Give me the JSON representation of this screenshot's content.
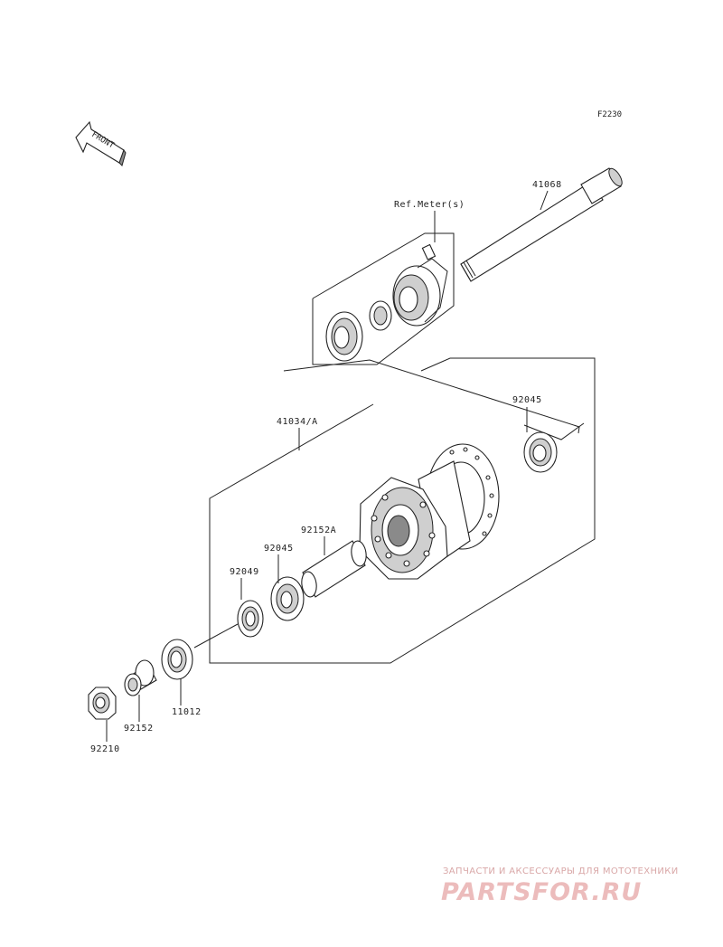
{
  "diagram_code": "F2230",
  "front_arrow_text": "FRONT",
  "labels": {
    "axle": "41068",
    "meter_ref": "Ref.Meter(s)",
    "bearing_right": "92045",
    "hub": "41034/A",
    "spacer_a": "92152A",
    "bearing_left": "92045",
    "seal": "92049",
    "ring": "11012",
    "collar": "92152",
    "nut": "92210"
  },
  "watermark": {
    "tagline": "ЗАПЧАСТИ И АКСЕССУАРЫ ДЛЯ МОТОТЕХНИКИ",
    "site": "PARTSFOR.RU"
  }
}
